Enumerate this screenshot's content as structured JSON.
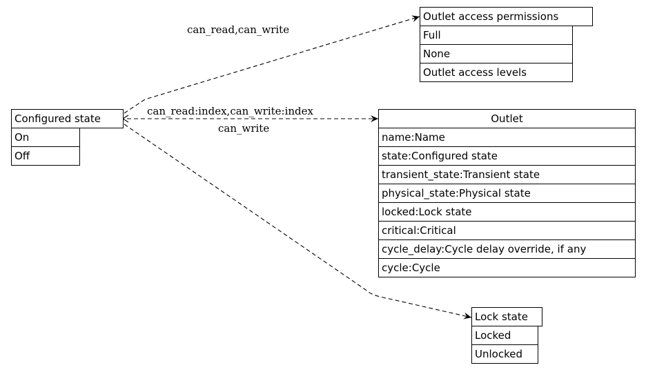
{
  "nodes": {
    "configured_state": {
      "header": "Configured state",
      "items": [
        "On",
        "Off"
      ]
    },
    "outlet_access_permissions": {
      "header": "Outlet access permissions",
      "items": [
        "Full",
        "None",
        "Outlet access levels"
      ]
    },
    "outlet": {
      "header": "Outlet",
      "items": [
        "name:Name",
        "state:Configured state",
        "transient_state:Transient state",
        "physical_state:Physical state",
        "locked:Lock state",
        "critical:Critical",
        "cycle_delay:Cycle delay override, if any",
        "cycle:Cycle"
      ]
    },
    "lock_state": {
      "header": "Lock state",
      "items": [
        "Locked",
        "Unlocked"
      ]
    }
  },
  "edges": {
    "to_permissions": "can_read,can_write",
    "to_outlet_top": "can_read:index,can_write:index",
    "to_outlet_bottom": "can_write"
  }
}
